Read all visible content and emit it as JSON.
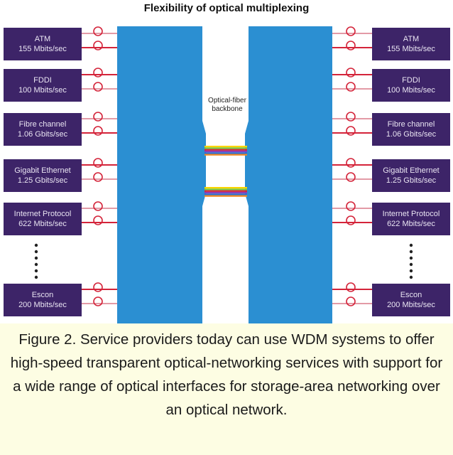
{
  "title": "Flexibility of optical multiplexing",
  "backbone_label": [
    "Optical-fiber",
    "backbone"
  ],
  "left_interfaces": [
    {
      "name": "ATM",
      "rate": "155 Mbits/sec"
    },
    {
      "name": "FDDI",
      "rate": "100 Mbits/sec"
    },
    {
      "name": "Fibre channel",
      "rate": "1.06 Gbits/sec"
    },
    {
      "name": "Gigabit Ethernet",
      "rate": "1.25 Gbits/sec"
    },
    {
      "name": "Internet Protocol",
      "rate": "622 Mbits/sec"
    },
    {
      "name": "Escon",
      "rate": "200 Mbits/sec"
    }
  ],
  "right_interfaces": [
    {
      "name": "ATM",
      "rate": "155 Mbits/sec"
    },
    {
      "name": "FDDI",
      "rate": "100 Mbits/sec"
    },
    {
      "name": "Fibre channel",
      "rate": "1.06 Gbits/sec"
    },
    {
      "name": "Gigabit Ethernet",
      "rate": "1.25 Gbits/sec"
    },
    {
      "name": "Internet Protocol",
      "rate": "622 Mbits/sec"
    },
    {
      "name": "Escon",
      "rate": "200 Mbits/sec"
    }
  ],
  "caption": "Figure 2. Service providers today can use WDM systems to offer high-speed transparent optical-networking services with support for a wide range of optical interfaces for storage-area networking over an optical network.",
  "colors": {
    "box_fill": "#3d2468",
    "box_text": "#e9e4f2",
    "mux_fill": "#2b8fd2",
    "fiber_line": "#d4243a",
    "fiber_line_light": "#e39aa6",
    "caption_background": "#fdfde3",
    "backbone_rainbow": [
      "#ffd400",
      "#7ac943",
      "#d4243a",
      "#8b3fb5",
      "#2b6fd2",
      "#f08a24"
    ]
  }
}
